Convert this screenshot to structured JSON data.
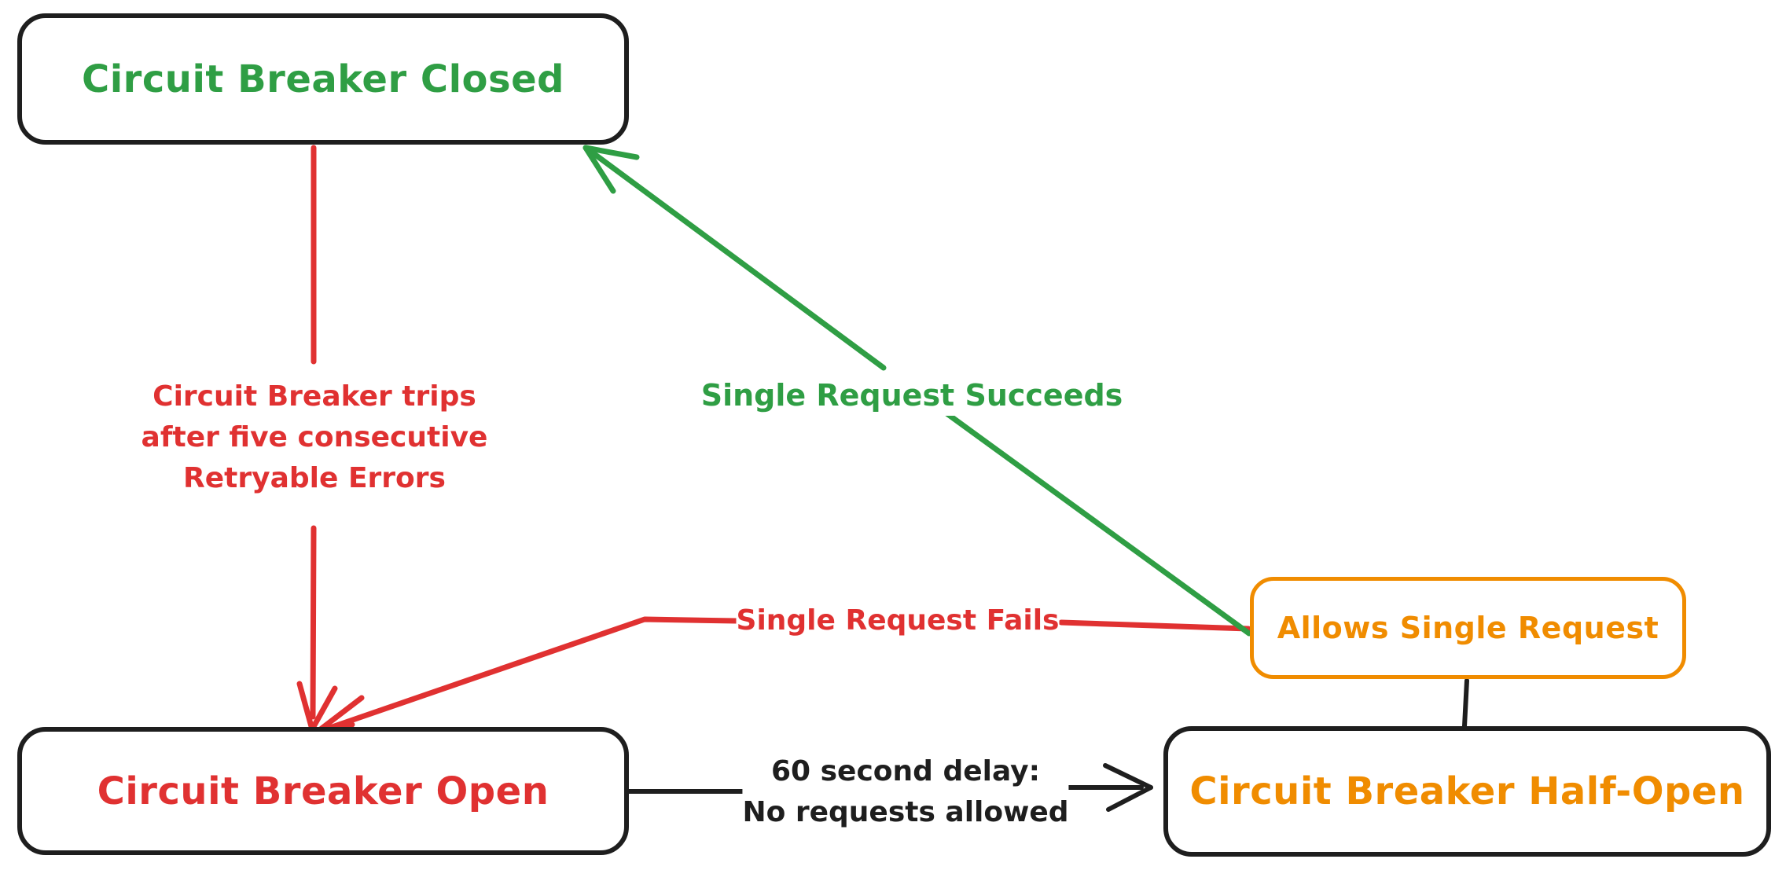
{
  "diagram": {
    "kind": "state-diagram",
    "subject": "Circuit Breaker pattern",
    "palette": {
      "green": "#2f9e44",
      "red": "#e03131",
      "orange": "#f08c00",
      "ink": "#1e1e1e",
      "background": "#ffffff"
    },
    "nodes": {
      "closed": {
        "label": "Circuit Breaker Closed",
        "text_color": "#2f9e44",
        "border_color": "#1e1e1e"
      },
      "open": {
        "label": "Circuit Breaker Open",
        "text_color": "#e03131",
        "border_color": "#1e1e1e"
      },
      "half_open": {
        "label": "Circuit Breaker Half-Open",
        "text_color": "#f08c00",
        "border_color": "#1e1e1e"
      },
      "allows": {
        "label": "Allows Single Request",
        "text_color": "#f08c00",
        "border_color": "#f08c00"
      }
    },
    "edges": {
      "trip": {
        "from": "closed",
        "to": "open",
        "color": "#e03131",
        "label_lines": [
          "Circuit Breaker trips",
          "after five consecutive",
          "Retryable Errors"
        ]
      },
      "succeed": {
        "from": "allows",
        "to": "closed",
        "color": "#2f9e44",
        "label": "Single Request Succeeds"
      },
      "fail": {
        "from": "allows",
        "to": "open",
        "color": "#e03131",
        "label": "Single Request Fails"
      },
      "delay": {
        "from": "open",
        "to": "half_open",
        "color": "#1e1e1e",
        "label_lines": [
          "60 second delay:",
          "No requests allowed"
        ]
      },
      "probe_link": {
        "from": "allows",
        "to": "half_open",
        "color": "#1e1e1e",
        "label": ""
      }
    }
  }
}
